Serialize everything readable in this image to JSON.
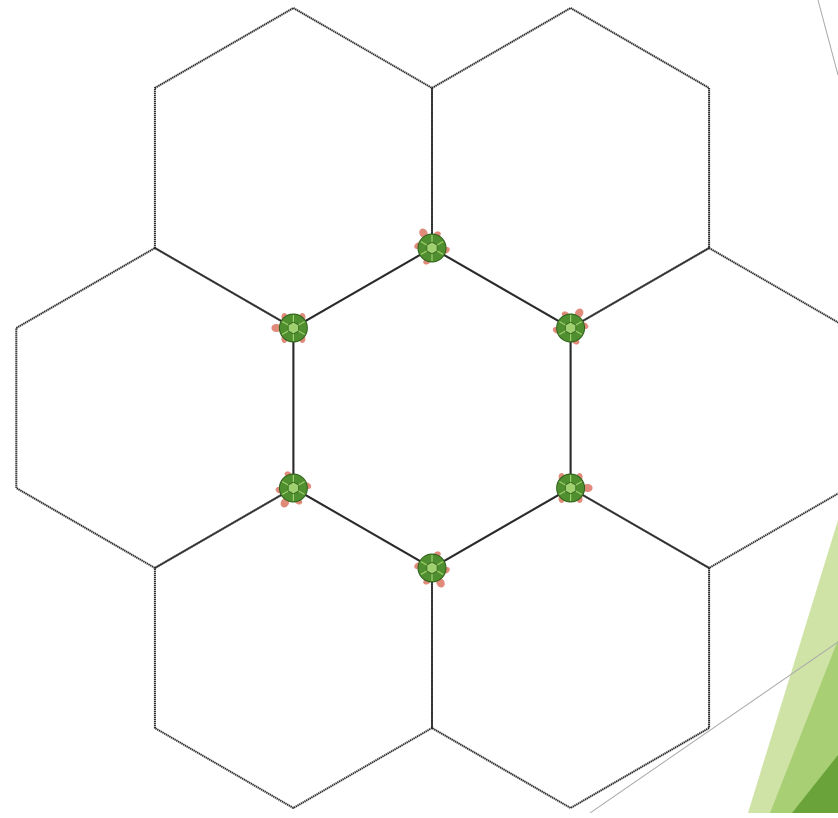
{
  "diagram": {
    "honeycomb": {
      "cell_count": 7,
      "center_cell_vertex_count": 6
    },
    "turtles": {
      "count": 6,
      "icon": "turtle-icon",
      "shell_color": "#4f8f2f",
      "shell_light_color": "#9fcf6f",
      "limb_color": "#e08a7a"
    },
    "line_color": "#2a2a2a",
    "decoration": {
      "accent_light": "#cfe3a6",
      "accent_mid": "#a8cf74",
      "accent_dark": "#6aa33a",
      "thin_line_color": "#a9a9a9"
    }
  }
}
